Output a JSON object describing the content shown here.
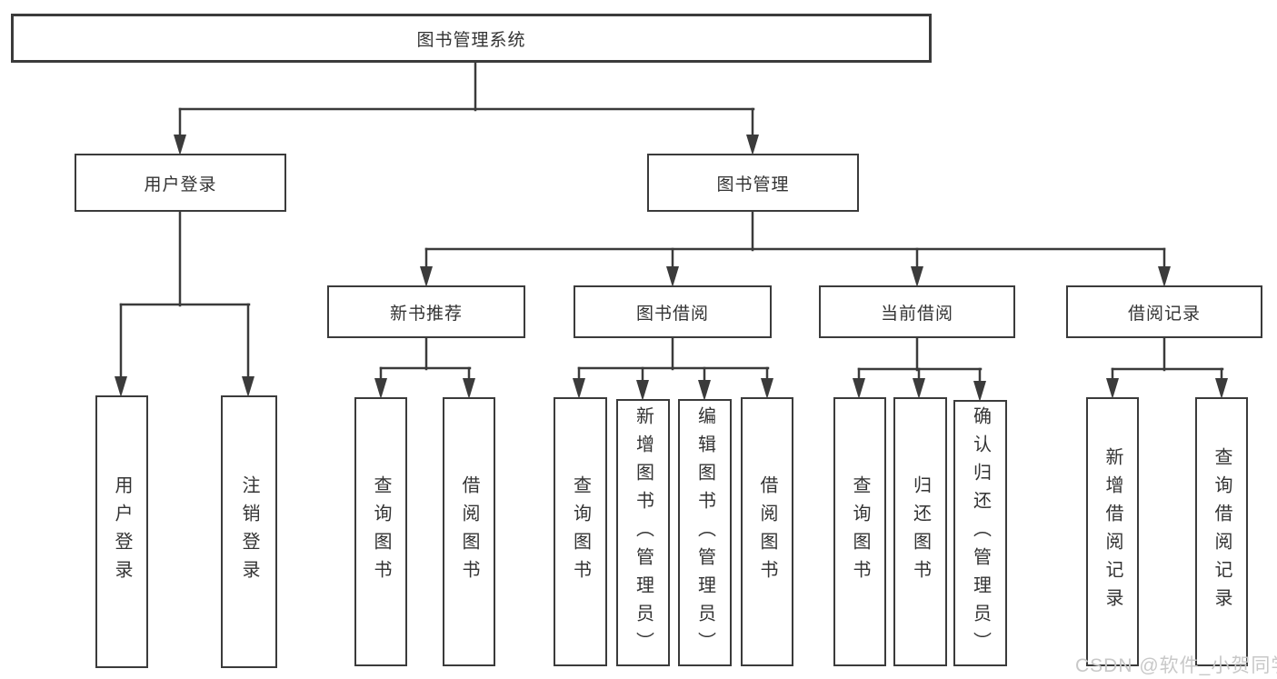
{
  "diagram": {
    "type": "tree",
    "nodes": {
      "root": {
        "label": "图书管理系统"
      },
      "user_login": {
        "label": "用户登录"
      },
      "book_mgmt": {
        "label": "图书管理"
      },
      "new_book_rec": {
        "label": "新书推荐"
      },
      "book_borrow": {
        "label": "图书借阅"
      },
      "current_borrow": {
        "label": "当前借阅"
      },
      "borrow_record": {
        "label": "借阅记录"
      },
      "leaf_user_login": {
        "label": "用户登录"
      },
      "leaf_logout": {
        "label": "注销登录"
      },
      "leaf_nbr_query": {
        "label": "查询图书"
      },
      "leaf_nbr_borrow": {
        "label": "借阅图书"
      },
      "leaf_bb_query": {
        "label": "查询图书"
      },
      "leaf_bb_add": {
        "label": "新增图书（管理员）"
      },
      "leaf_bb_edit": {
        "label": "编辑图书（管理员）"
      },
      "leaf_bb_borrow": {
        "label": "借阅图书"
      },
      "leaf_cb_query": {
        "label": "查询图书"
      },
      "leaf_cb_return": {
        "label": "归还图书"
      },
      "leaf_cb_confirm": {
        "label": "确认归还（管理员）"
      },
      "leaf_br_add": {
        "label": "新增借阅记录"
      },
      "leaf_br_query": {
        "label": "查询借阅记录"
      }
    },
    "edges": [
      {
        "from": "图书管理系统",
        "to": "用户登录"
      },
      {
        "from": "图书管理系统",
        "to": "图书管理"
      },
      {
        "from": "用户登录",
        "to": "用户登录"
      },
      {
        "from": "用户登录",
        "to": "注销登录"
      },
      {
        "from": "图书管理",
        "to": "新书推荐"
      },
      {
        "from": "图书管理",
        "to": "图书借阅"
      },
      {
        "from": "图书管理",
        "to": "当前借阅"
      },
      {
        "from": "图书管理",
        "to": "借阅记录"
      },
      {
        "from": "新书推荐",
        "to": "查询图书"
      },
      {
        "from": "新书推荐",
        "to": "借阅图书"
      },
      {
        "from": "图书借阅",
        "to": "查询图书"
      },
      {
        "from": "图书借阅",
        "to": "新增图书（管理员）"
      },
      {
        "from": "图书借阅",
        "to": "编辑图书（管理员）"
      },
      {
        "from": "图书借阅",
        "to": "借阅图书"
      },
      {
        "from": "当前借阅",
        "to": "查询图书"
      },
      {
        "from": "当前借阅",
        "to": "归还图书"
      },
      {
        "from": "当前借阅",
        "to": "确认归还（管理员）"
      },
      {
        "from": "借阅记录",
        "to": "新增借阅记录"
      },
      {
        "from": "借阅记录",
        "to": "查询借阅记录"
      }
    ]
  },
  "watermark": {
    "text": "CSDN @软件_小贺同学"
  },
  "colors": {
    "line": "#3b3b3b",
    "text": "#333333",
    "box_background": "#ffffff",
    "watermark": "#c8c8c8"
  }
}
